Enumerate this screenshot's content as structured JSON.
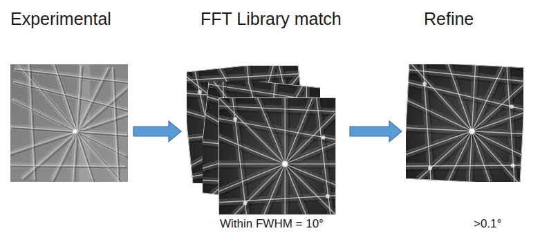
{
  "diagram": {
    "nodes": [
      {
        "text": [
          "Experimental"
        ]
      },
      {
        "text": [
          "FFT Library match",
          "Within FWHM = 10°"
        ]
      },
      {
        "text": [
          "Refine",
          ">0.1°"
        ]
      }
    ],
    "edges": [
      {
        "from": 0,
        "to": 1,
        "arrow": "to"
      },
      {
        "from": 1,
        "to": 2,
        "arrow": "to"
      }
    ]
  }
}
